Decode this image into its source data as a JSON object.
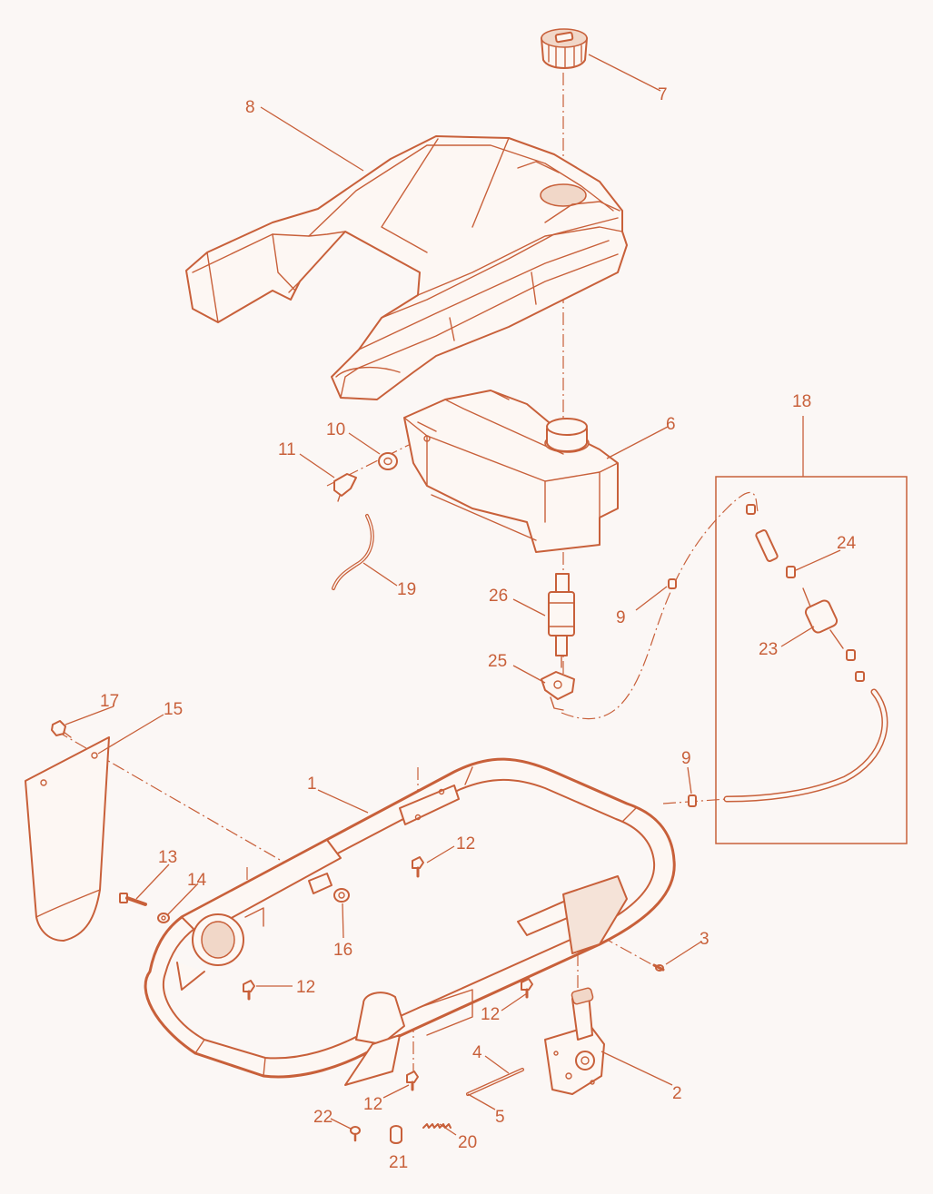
{
  "diagram": {
    "ink_color": "#c8603a",
    "background_color": "#fbf7f5",
    "callouts": {
      "c1": "1",
      "c2": "2",
      "c3": "3",
      "c4": "4",
      "c5": "5",
      "c6": "6",
      "c7": "7",
      "c8": "8",
      "c9a": "9",
      "c9b": "9",
      "c10": "10",
      "c11": "11",
      "c12a": "12",
      "c12b": "12",
      "c12c": "12",
      "c12d": "12",
      "c13": "13",
      "c14": "14",
      "c15": "15",
      "c16": "16",
      "c17": "17",
      "c18": "18",
      "c19": "19",
      "c20": "20",
      "c21": "21",
      "c22": "22",
      "c23": "23",
      "c24": "24",
      "c25": "25",
      "c26": "26"
    }
  }
}
